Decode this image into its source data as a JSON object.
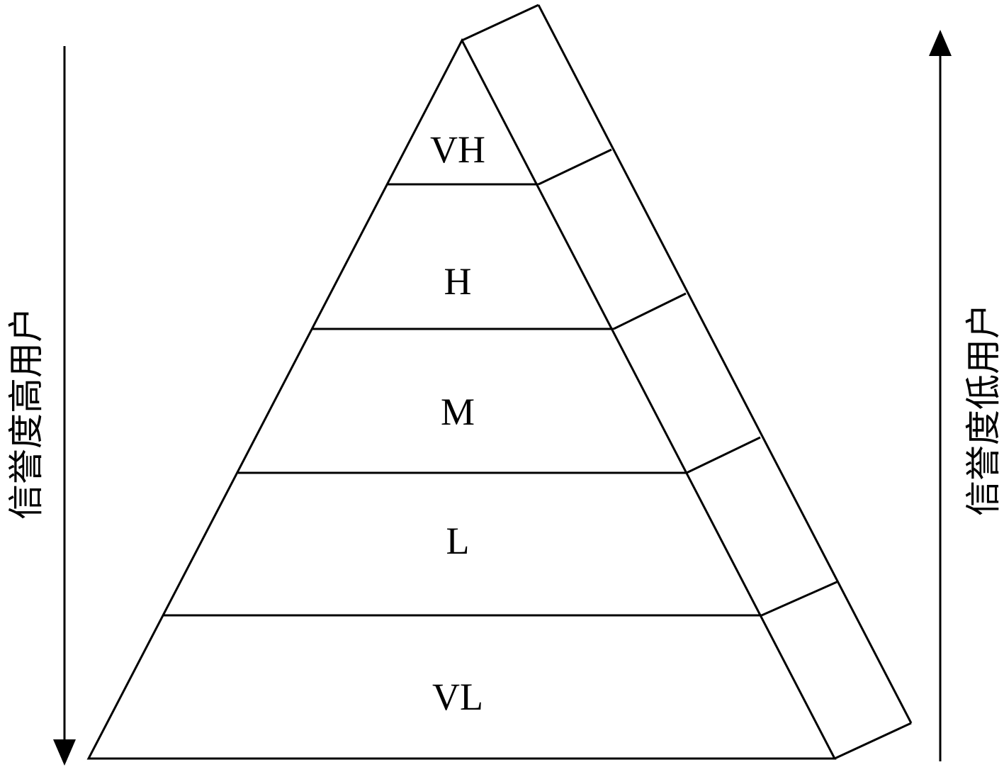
{
  "left_axis": {
    "label": "信誉度高用户",
    "arrow_direction": "down"
  },
  "right_axis": {
    "label": "信誉度低用户",
    "arrow_direction": "up"
  },
  "pyramid": {
    "tiers": [
      {
        "label": "VH"
      },
      {
        "label": "H"
      },
      {
        "label": "M"
      },
      {
        "label": "L"
      },
      {
        "label": "VL"
      }
    ]
  },
  "colors": {
    "stroke": "#000000",
    "background": "#ffffff"
  }
}
